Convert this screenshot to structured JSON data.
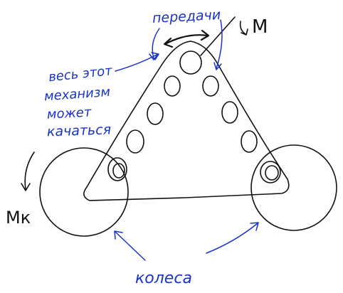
{
  "labels": {
    "transmissions": "передачи",
    "moment": "M",
    "moment_k": "Mк",
    "note_line1": "весь этот",
    "note_line2": "механизм",
    "note_line3": "может",
    "note_line4": "качаться",
    "wheels": "колеса"
  },
  "colors": {
    "ink": "#111111",
    "annotation": "#1a33c8",
    "background": "#ffffff"
  }
}
